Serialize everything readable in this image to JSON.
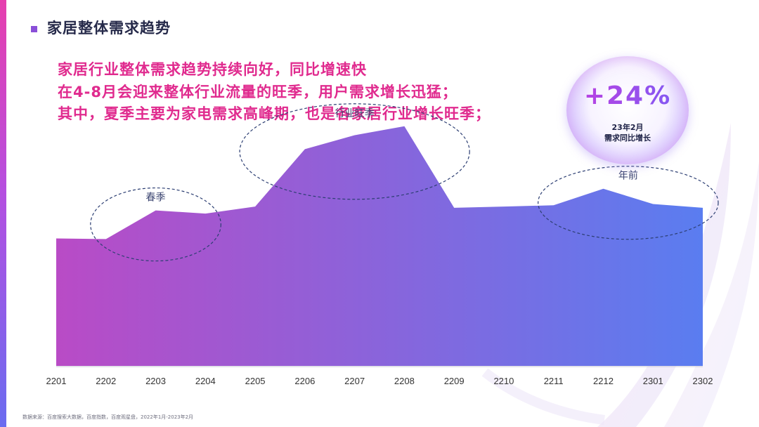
{
  "header": {
    "title": "家居整体需求趋势"
  },
  "headline": {
    "lines": [
      "家居行业整体需求趋势持续向好，同比增速快",
      "在4-8月会迎来整体行业流量的旺季，用户需求增长迅猛；",
      "其中，夏季主要为家电需求高峰期，也是各家居行业增长旺季；"
    ]
  },
  "badge": {
    "value": "+24%",
    "caption_line1": "23年2月",
    "caption_line2": "需求同比增长"
  },
  "chart_data": {
    "type": "area",
    "categories": [
      "2201",
      "2202",
      "2203",
      "2204",
      "2205",
      "2206",
      "2207",
      "2208",
      "2209",
      "2210",
      "2211",
      "2212",
      "2301",
      "2302"
    ],
    "values": [
      100,
      99.5,
      122,
      119.5,
      125,
      170,
      181,
      188,
      124,
      125,
      126,
      139,
      127,
      124
    ],
    "ylim": [
      0,
      200
    ],
    "grid": false,
    "legend": "none",
    "annotations": [
      {
        "label": "春季",
        "start": "2202",
        "end": "2204"
      },
      {
        "label": "行业旺季",
        "start": "2205",
        "end": "2209"
      },
      {
        "label": "年前",
        "start": "2211",
        "end": "2302"
      }
    ],
    "colors": {
      "gradient_start": "#b94bc6",
      "gradient_end": "#5a7df0",
      "axis": "#c8c8d6",
      "tick_label": "#333333",
      "annotation_stroke": "#2d3f73",
      "annotation_text": "#3b4470"
    }
  },
  "footer": {
    "source": "数据来源：百度搜索大数据，百度指数，百度观星盘，2022年1月-2023年2月"
  }
}
